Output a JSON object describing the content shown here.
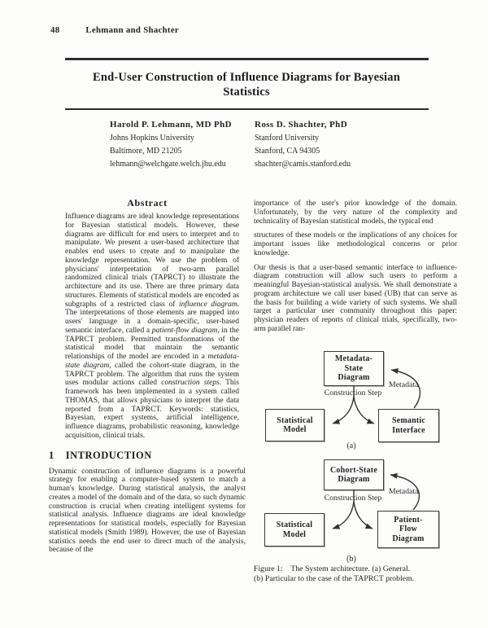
{
  "header": {
    "page_number": "48",
    "running_title": "Lehmann and Shachter"
  },
  "title": "End-User Construction of Influence Diagrams for Bayesian Statistics",
  "authors": [
    {
      "name": "Harold P. Lehmann, MD PhD",
      "affiliation": "Johns Hopkins University",
      "address": "Baltimore, MD 21205",
      "email": "lehmann@welchgate.welch.jhu.edu"
    },
    {
      "name": "Ross D. Shachter, PhD",
      "affiliation": "Stanford University",
      "address": "Stanford, CA 94305",
      "email": "shachter@camis.stanford.edu"
    }
  ],
  "left_column": {
    "abstract_heading": "Abstract",
    "abstract_segments": [
      {
        "t": "Influence diagrams are ideal knowledge representations for Bayesian statistical models. However, these diagrams are difficult for end users to interpret and to manipulate. We present a user-based architecture that enables end users to create and to manipulate the knowledge representation.  We use the problem of physicians' interpretation of two-arm parallel randomized clinical trials (TAPRCT) to illustrate the architecture and its use.  There are three primary data structures.  Elements of statistical models are encoded as subgraphs of a restricted class of "
      },
      {
        "t": "influence diagram",
        "i": true
      },
      {
        "t": ".  The interpretations of those elements are mapped into users' language in a domain-specific, user-based semantic interface, called a "
      },
      {
        "t": "patient-flow diagram",
        "i": true
      },
      {
        "t": ", in the TAPRCT problem.  Permitted transformations of the statistical model that maintain the semantic relationships of the model are encoded in a "
      },
      {
        "t": "metadata-state diagram",
        "i": true
      },
      {
        "t": ", called the cohort-state diagram, in the TAPRCT problem.  The algorithm that runs the system uses modular actions called "
      },
      {
        "t": "construction steps",
        "i": true
      },
      {
        "t": ".  This framework has been implemented in a system called THOMAS, that allows physicians to interpret the data reported from a TAPRCT. Keywords: statistics, Bayesian, expert systems, artificial intelligence, influence diagrams, probabilistic reasoning, knowledge acquisition, clinical trials."
      }
    ],
    "section": {
      "number": "1",
      "title": "INTRODUCTION"
    },
    "intro": "Dynamic construction of influence diagrams is a powerful strategy for enabling a computer-based system to match a human's knowledge.  During statistical analysis, the analyst creates a model of the domain and of the data, so such dynamic construction is crucial when creating intelligent systems for statistical analysis.  Influence diagrams are ideal knowledge representations for statistical models, especially for Bayesian statistical models (Smith 1989). However, the use of Bayesian statistics needs the end user to direct much of the analysis, because of the"
  },
  "right_column": {
    "paragraphs": [
      "importance of the user's prior knowledge of the domain. Unfortunately, by the very nature of the complexity and technicality of Bayesian statistical models, the typical end",
      "structures of these models or the implications of any choices for important issues like methodological concerns or prior knowledge.",
      "Our thesis is that a user-based semantic interface to influence-diagram construction will allow such users to perform a meaningful Bayesian-statistical analysis.  We shall demonstrate a program architecture we call user based (UB) that can serve as the basis for building a wide variety of such systems.  We shall target a particular user community throughout this paper: physician readers of reports of clinical trials, specifically, two-arm parallel ran-"
    ],
    "figure": {
      "a": {
        "top_box": "Metadata-\nState\nDiagram",
        "left_box": "Statistical\nModel",
        "right_box": "Semantic\nInterface",
        "flow_label": "Construction Step",
        "arrow_label": "Metadata",
        "tag": "(a)"
      },
      "b": {
        "top_box": "Cohort-State\nDiagram",
        "left_box": "Statistical\nModel",
        "right_box": "Patient-\nFlow\nDiagram",
        "flow_label": "Construction Step",
        "arrow_label": "Metadata",
        "tag": "(b)"
      },
      "caption_lines": [
        "Figure 1:    The System architecture. (a) General.",
        "(b) Particular to the case of the TAPRCT problem."
      ]
    }
  },
  "colors": {
    "text": "#1e1e1e",
    "rule": "#2d2d2d",
    "box_border": "#3b3b3b",
    "arrow": "#333333"
  }
}
